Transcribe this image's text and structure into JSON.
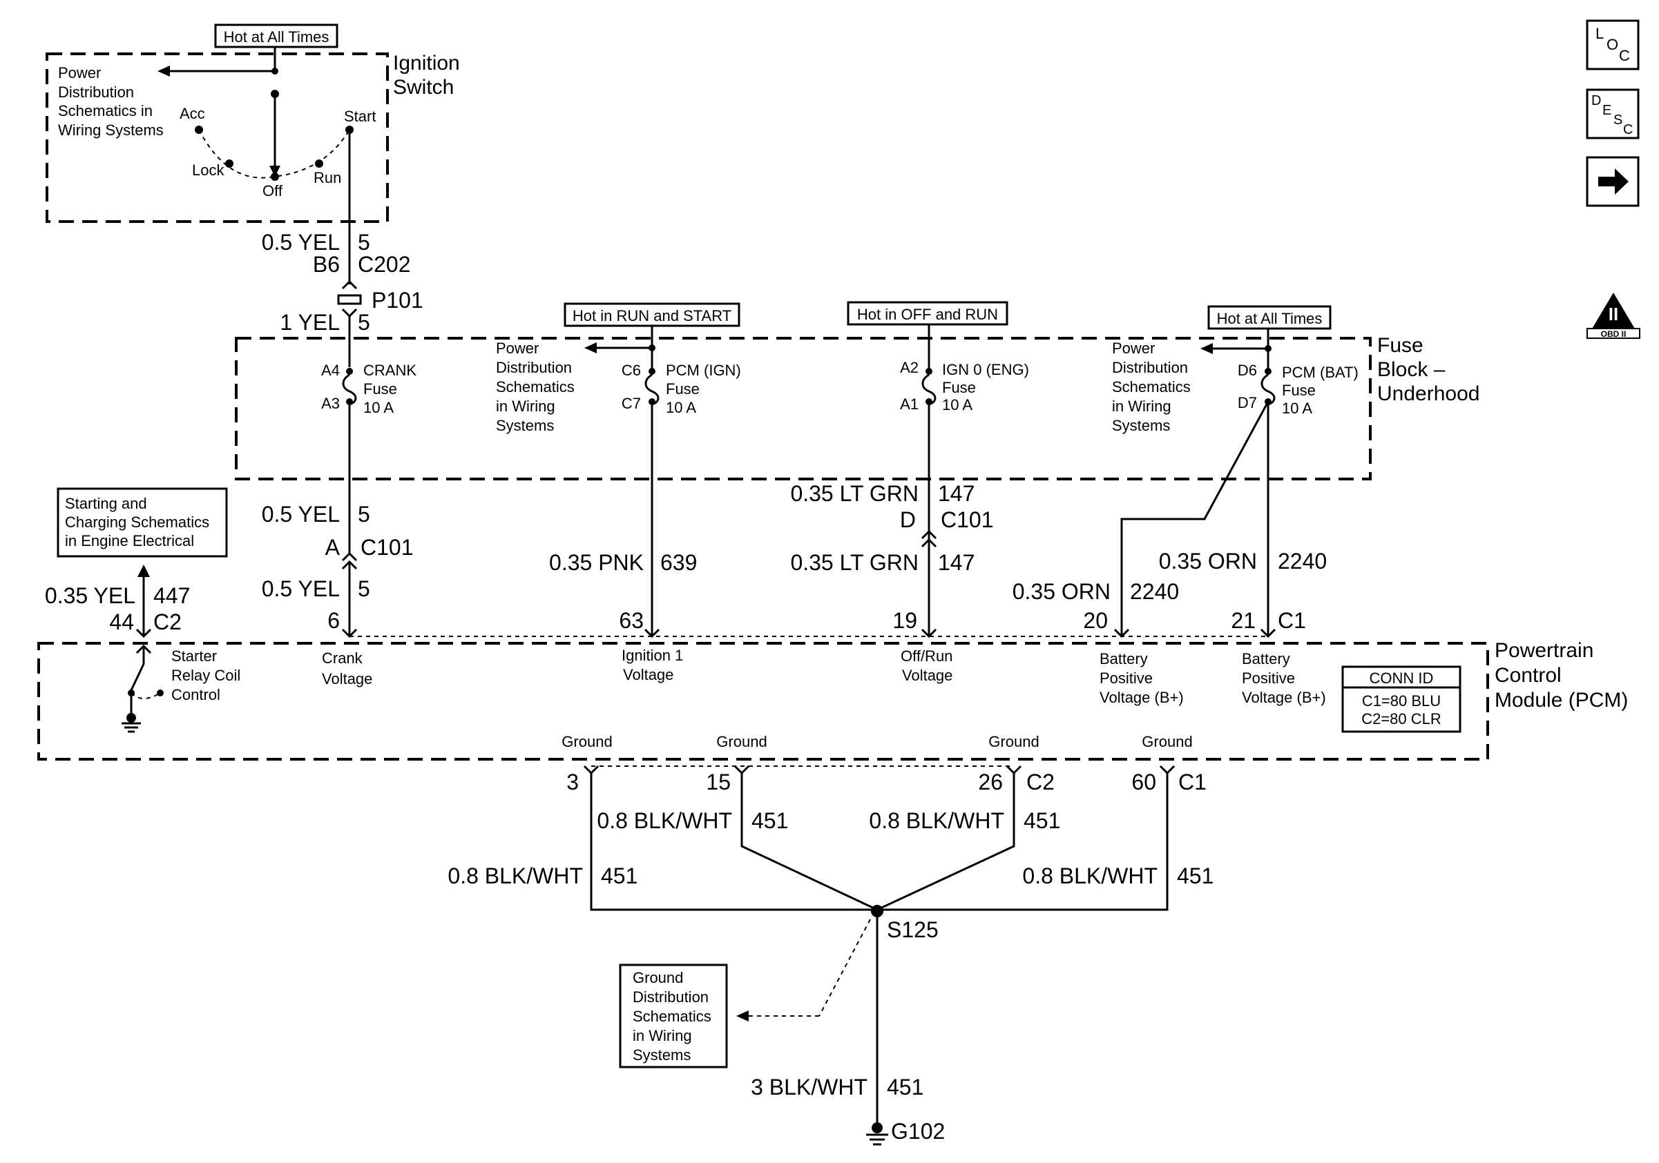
{
  "ignition_switch": {
    "hot_label": "Hot at All Times",
    "title_1": "Ignition",
    "title_2": "Switch",
    "pd_1": "Power",
    "pd_2": "Distribution",
    "pd_3": "Schematics in",
    "pd_4": "Wiring Systems",
    "pos_acc": "Acc",
    "pos_lock": "Lock",
    "pos_off": "Off",
    "pos_run": "Run",
    "pos_start": "Start"
  },
  "crank_circuit": {
    "w1_wire": "0.5 YEL",
    "w1_circuit": "5",
    "c202_pin": "B6",
    "c202": "C202",
    "p101": "P101",
    "w2_wire": "1 YEL",
    "w2_circuit": "5",
    "fuse_top": "A4",
    "fuse_bot": "A3",
    "fuse_1": "CRANK",
    "fuse_2": "Fuse",
    "fuse_3": "10 A",
    "w3_wire": "0.5 YEL",
    "w3_circuit": "5",
    "c101_pin": "A",
    "c101": "C101",
    "w4_wire": "0.5 YEL",
    "w4_circuit": "5",
    "pcm_pin": "6",
    "pcm_1": "Crank",
    "pcm_2": "Voltage"
  },
  "ignition_circuit": {
    "hot_label": "Hot in RUN and START",
    "pd_1": "Power",
    "pd_2": "Distribution",
    "pd_3": "Schematics",
    "pd_4": "in Wiring",
    "pd_5": "Systems",
    "fuse_top": "C6",
    "fuse_bot": "C7",
    "fuse_1": "PCM (IGN)",
    "fuse_2": "Fuse",
    "fuse_3": "10 A",
    "wire": "0.35 PNK",
    "circuit": "639",
    "pcm_pin": "63",
    "pcm_1": "Ignition 1",
    "pcm_2": "Voltage"
  },
  "offrun_circuit": {
    "hot_label": "Hot in OFF and RUN",
    "fuse_top": "A2",
    "fuse_bot": "A1",
    "fuse_1": "IGN 0 (ENG)",
    "fuse_2": "Fuse",
    "fuse_3": "10 A",
    "w1_wire": "0.35 LT GRN",
    "w1_circuit": "147",
    "c101_pin": "D",
    "c101": "C101",
    "w2_wire": "0.35 LT GRN",
    "w2_circuit": "147",
    "pcm_pin": "19",
    "pcm_1": "Off/Run",
    "pcm_2": "Voltage"
  },
  "battery_circuit": {
    "hot_label": "Hot at All Times",
    "pd_1": "Power",
    "pd_2": "Distribution",
    "pd_3": "Schematics",
    "pd_4": "in Wiring",
    "pd_5": "Systems",
    "fuse_top": "D6",
    "fuse_bot": "D7",
    "fuse_1": "PCM (BAT)",
    "fuse_2": "Fuse",
    "fuse_3": "10 A",
    "a_wire": "0.35 ORN",
    "a_circuit": "2240",
    "a_pin": "20",
    "b_wire": "0.35 ORN",
    "b_circuit": "2240",
    "b_pin": "21",
    "c1": "C1",
    "pcm_a_1": "Battery",
    "pcm_a_2": "Positive",
    "pcm_a_3": "Voltage (B+)",
    "pcm_b_1": "Battery",
    "pcm_b_2": "Positive",
    "pcm_b_3": "Voltage (B+)"
  },
  "fuse_block": {
    "title_1": "Fuse",
    "title_2": "Block –",
    "title_3": "Underhood"
  },
  "starter": {
    "ref_1": "Starting and",
    "ref_2": "Charging Schematics",
    "ref_3": "in Engine Electrical",
    "wire": "0.35 YEL",
    "circuit": "447",
    "pin": "44",
    "conn": "C2",
    "pcm_1": "Starter",
    "pcm_2": "Relay Coil",
    "pcm_3": "Control"
  },
  "pcm": {
    "title_1": "Powertrain",
    "title_2": "Control",
    "title_3": "Module (PCM)",
    "conn_id_title": "CONN ID",
    "conn_id_1": "C1=80 BLU",
    "conn_id_2": "C2=80 CLR",
    "gnd_1": "Ground",
    "gnd_2": "Ground",
    "gnd_3": "Ground",
    "gnd_4": "Ground"
  },
  "ground_circuit": {
    "pin_3": "3",
    "pin_15": "15",
    "pin_26": "26",
    "c2": "C2",
    "pin_60": "60",
    "c1": "C1",
    "w15_wire": "0.8 BLK/WHT",
    "w15_circuit": "451",
    "w26_wire": "0.8 BLK/WHT",
    "w26_circuit": "451",
    "w3_wire": "0.8 BLK/WHT",
    "w3_circuit": "451",
    "w60_wire": "0.8 BLK/WHT",
    "w60_circuit": "451",
    "splice": "S125",
    "gd_1": "Ground",
    "gd_2": "Distribution",
    "gd_3": "Schematics",
    "gd_4": "in Wiring",
    "gd_5": "Systems",
    "main_wire": "3 BLK/WHT",
    "main_circuit": "451",
    "ground": "G102"
  },
  "side_icons": {
    "loc_l": "L",
    "loc_o": "O",
    "loc_c": "C",
    "desc_d": "D",
    "desc_e": "E",
    "desc_s": "S",
    "desc_c": "C",
    "obd_mark": "II",
    "obd_text": "OBD II",
    "icon_names": [
      "loc-icon",
      "desc-icon",
      "next-arrow-icon",
      "obd-ii-icon"
    ]
  }
}
